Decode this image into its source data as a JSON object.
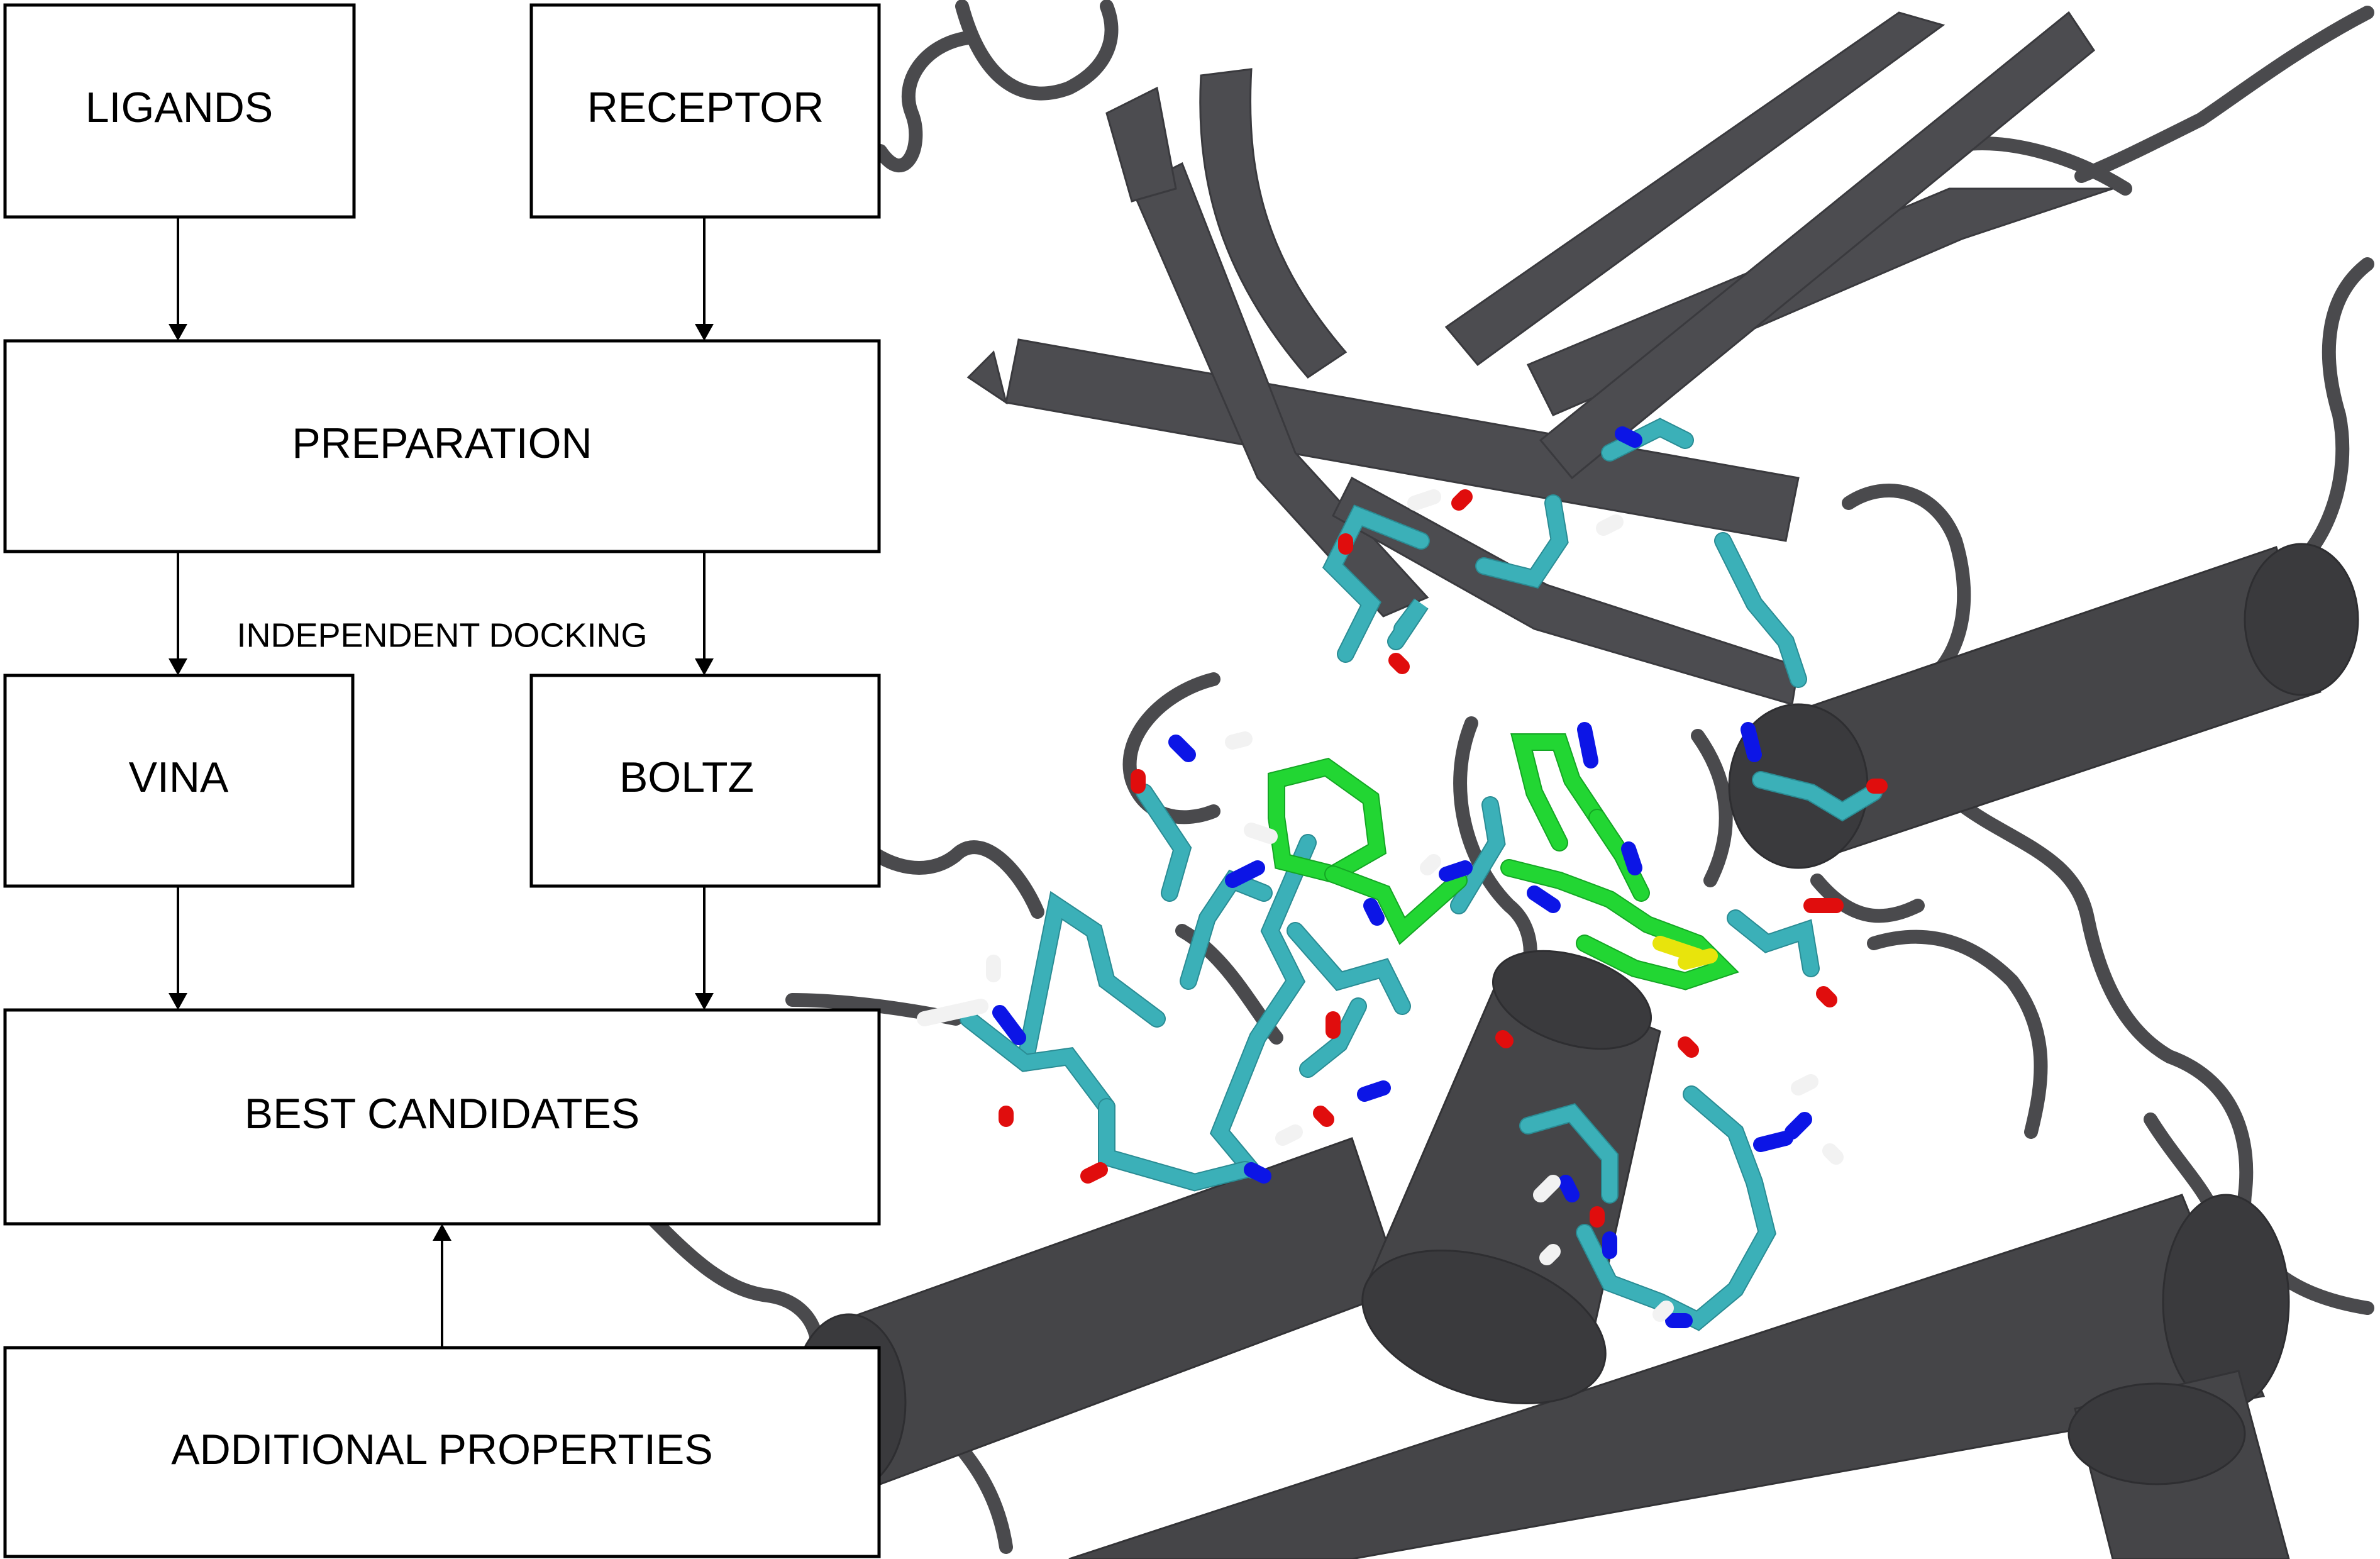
{
  "flowchart": {
    "boxes": {
      "ligands": "LIGANDS",
      "receptor": "RECEPTOR",
      "preparation": "PREPARATION",
      "vina": "VINA",
      "boltz": "BOLTZ",
      "best_candidates": "BEST CANDIDATES",
      "additional_properties": "ADDITIONAL PROPERTIES"
    },
    "edge_label": "INDEPENDENT DOCKING"
  },
  "structure_colors": {
    "protein_cartoon": "#4a4a4d",
    "residue_carbon": "#3bb0b8",
    "ligand_carbon": "#22d633",
    "nitrogen": "#0c15e6",
    "oxygen": "#e00d0d",
    "hydrogen": "#f2f2f2",
    "sulfur": "#e8e40c"
  }
}
